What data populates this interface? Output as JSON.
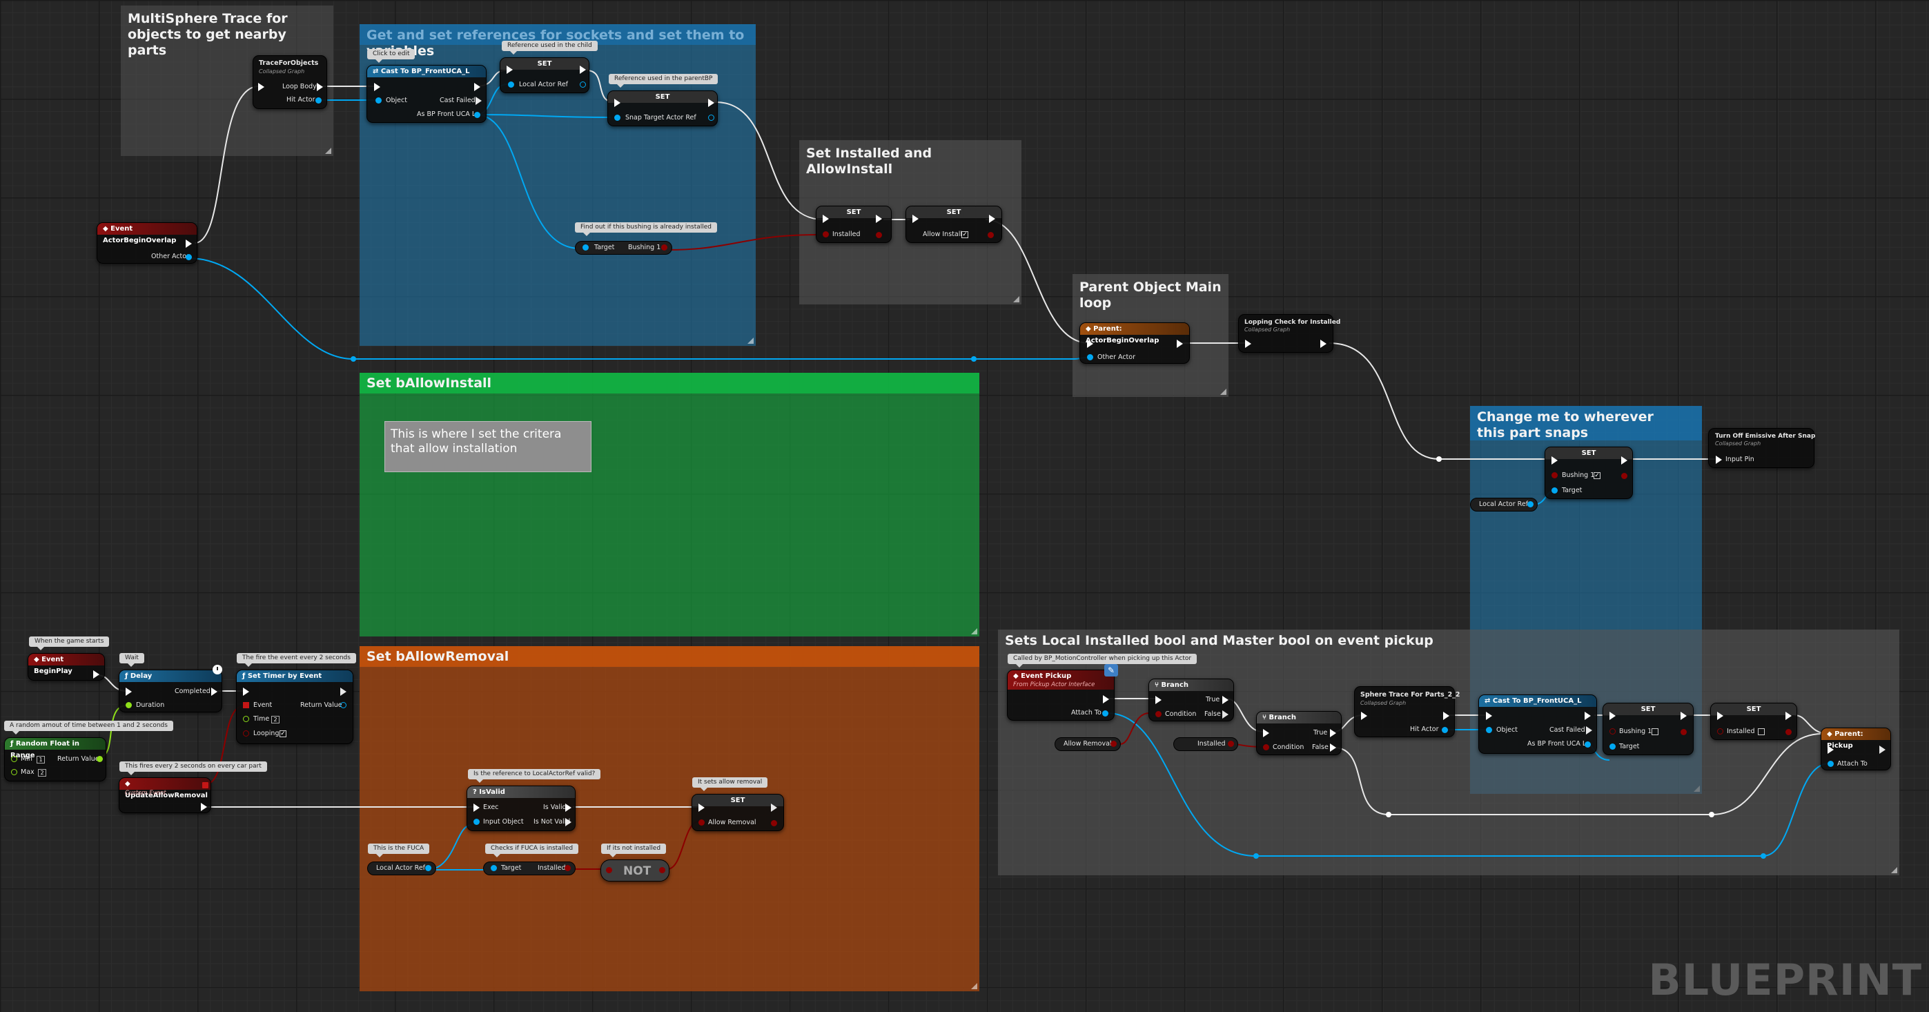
{
  "comments": {
    "multisphere": "MultiSphere Trace for objects to get nearby parts",
    "sockets": "Get and set references for sockets and set them to variables",
    "installed": "Set Installed and AllowInstall",
    "parent_loop": "Parent Object Main loop",
    "allow_install": "Set bAllowInstall",
    "allow_install_note": "This is where I set the critera that allow installation",
    "change_me": "Change me to wherever this part snaps",
    "allow_removal": "Set bAllowRemoval",
    "pickup": "Sets Local Installed bool and Master bool on event pickup"
  },
  "bubbles": {
    "click_to_edit": "Click to edit",
    "ref_child": "Reference used in the child",
    "ref_parent": "Reference used in the parentBP",
    "find_out": "Find out if this bushing is already installed",
    "game_starts": "When the game starts",
    "wait": "Wait",
    "fire_every": "The fire the event every  2 seconds",
    "random_amount": "A random amout of time between  1 and 2 seconds",
    "fires_every": "This fires every  2 seconds on every car part",
    "is_ref_valid": "Is the reference to LocalActorRef valid?",
    "sets_allow_removal": "It sets allow removal",
    "this_fuca": "This is the FUCA",
    "checks_installed": "Checks if FUCA is installed",
    "if_not_installed": "If its not installed",
    "called_by": "Called by BP_MotionController when picking up this Actor"
  },
  "nodes": {
    "trace_for_objects": {
      "title": "TraceForObjects",
      "sub": "Collapsed Graph",
      "loop_body": "Loop Body",
      "hit_actor": "Hit Actor"
    },
    "cast_fuca_1": {
      "title": "Cast To BP_FrontUCA_L",
      "object": "Object",
      "cast_failed": "Cast Failed",
      "as_bp": "As BP Front UCA L"
    },
    "set_local_actor": {
      "title": "SET",
      "pin": "Local Actor Ref"
    },
    "set_snap_target": {
      "title": "SET",
      "pin": "Snap Target Actor Ref"
    },
    "target_bushing": {
      "target": "Target",
      "bushing": "Bushing 1"
    },
    "begin_overlap": {
      "title": "Event ActorBeginOverlap",
      "other_actor": "Other Actor"
    },
    "set_installed": {
      "title": "SET",
      "pin": "Installed"
    },
    "set_allow_install": {
      "title": "SET",
      "pin": "Allow Install"
    },
    "parent_overlap": {
      "title": "Parent: ActorBeginOverlap",
      "other_actor": "Other Actor"
    },
    "looping_check": {
      "title": "Lopping Check for Installed",
      "sub": "Collapsed Graph"
    },
    "set_bushing": {
      "title": "SET",
      "bushing": "Bushing 1",
      "target": "Target"
    },
    "local_actor_ref_var": {
      "label": "Local Actor Ref"
    },
    "turn_off_emissive": {
      "title": "Turn Off Emissive After Snap",
      "sub": "Collapsed Graph",
      "input": "Input Pin"
    },
    "begin_play": {
      "title": "Event BeginPlay"
    },
    "delay": {
      "title": "Delay",
      "completed": "Completed",
      "duration": "Duration"
    },
    "set_timer": {
      "title": "Set Timer by Event",
      "event": "Event",
      "return_value": "Return Value",
      "time": "Time",
      "time_val": "2",
      "looping": "Looping"
    },
    "random_float": {
      "title": "Random Float in Range",
      "return_value": "Return Value",
      "min": "Min",
      "min_val": "1",
      "max": "Max",
      "max_val": "2"
    },
    "update_allow_removal": {
      "title": "UpdateAllowRemoval",
      "sub": "Custom Event"
    },
    "is_valid": {
      "title": "IsValid",
      "exec": "Exec",
      "is_valid": "Is Valid",
      "input_object": "Input Object",
      "is_not_valid": "Is Not Valid"
    },
    "set_allow_removal": {
      "title": "SET",
      "pin": "Allow Removal"
    },
    "local_actor_ref_2": {
      "label": "Local Actor Ref"
    },
    "target_installed": {
      "target": "Target",
      "installed": "Installed"
    },
    "not_node": {
      "label": "NOT"
    },
    "event_pickup": {
      "title": "Event Pickup",
      "sub": "From Pickup Actor Interface",
      "attach_to": "Attach To"
    },
    "branch_1": {
      "title": "Branch",
      "condition": "Condition",
      "true": "True",
      "false": "False"
    },
    "allow_removal_var": {
      "label": "Allow Removal"
    },
    "installed_var": {
      "label": "Installed"
    },
    "branch_2": {
      "title": "Branch",
      "condition": "Condition",
      "true": "True",
      "false": "False"
    },
    "sphere_trace": {
      "title": "Sphere Trace For Parts_2_2",
      "sub": "Collapsed Graph",
      "hit_actor": "Hit Actor"
    },
    "cast_fuca_2": {
      "title": "Cast To BP_FrontUCA_L",
      "object": "Object",
      "cast_failed": "Cast Failed",
      "as_bp": "As BP Front UCA L"
    },
    "set_bushing_2": {
      "title": "SET",
      "bushing": "Bushing 1",
      "target": "Target"
    },
    "set_installed_2": {
      "title": "SET",
      "installed": "Installed"
    },
    "parent_pickup": {
      "title": "Parent: Pickup",
      "attach_to": "Attach To"
    }
  },
  "watermark": "BLUEPRINT",
  "colors": {
    "function_head": "#2a5d86",
    "event_head": "#7f1111",
    "set_head": "#2e2e2e",
    "exec_wire": "#ffffff",
    "object_wire": "#00a8f3",
    "bool_wire": "#8b0000"
  }
}
